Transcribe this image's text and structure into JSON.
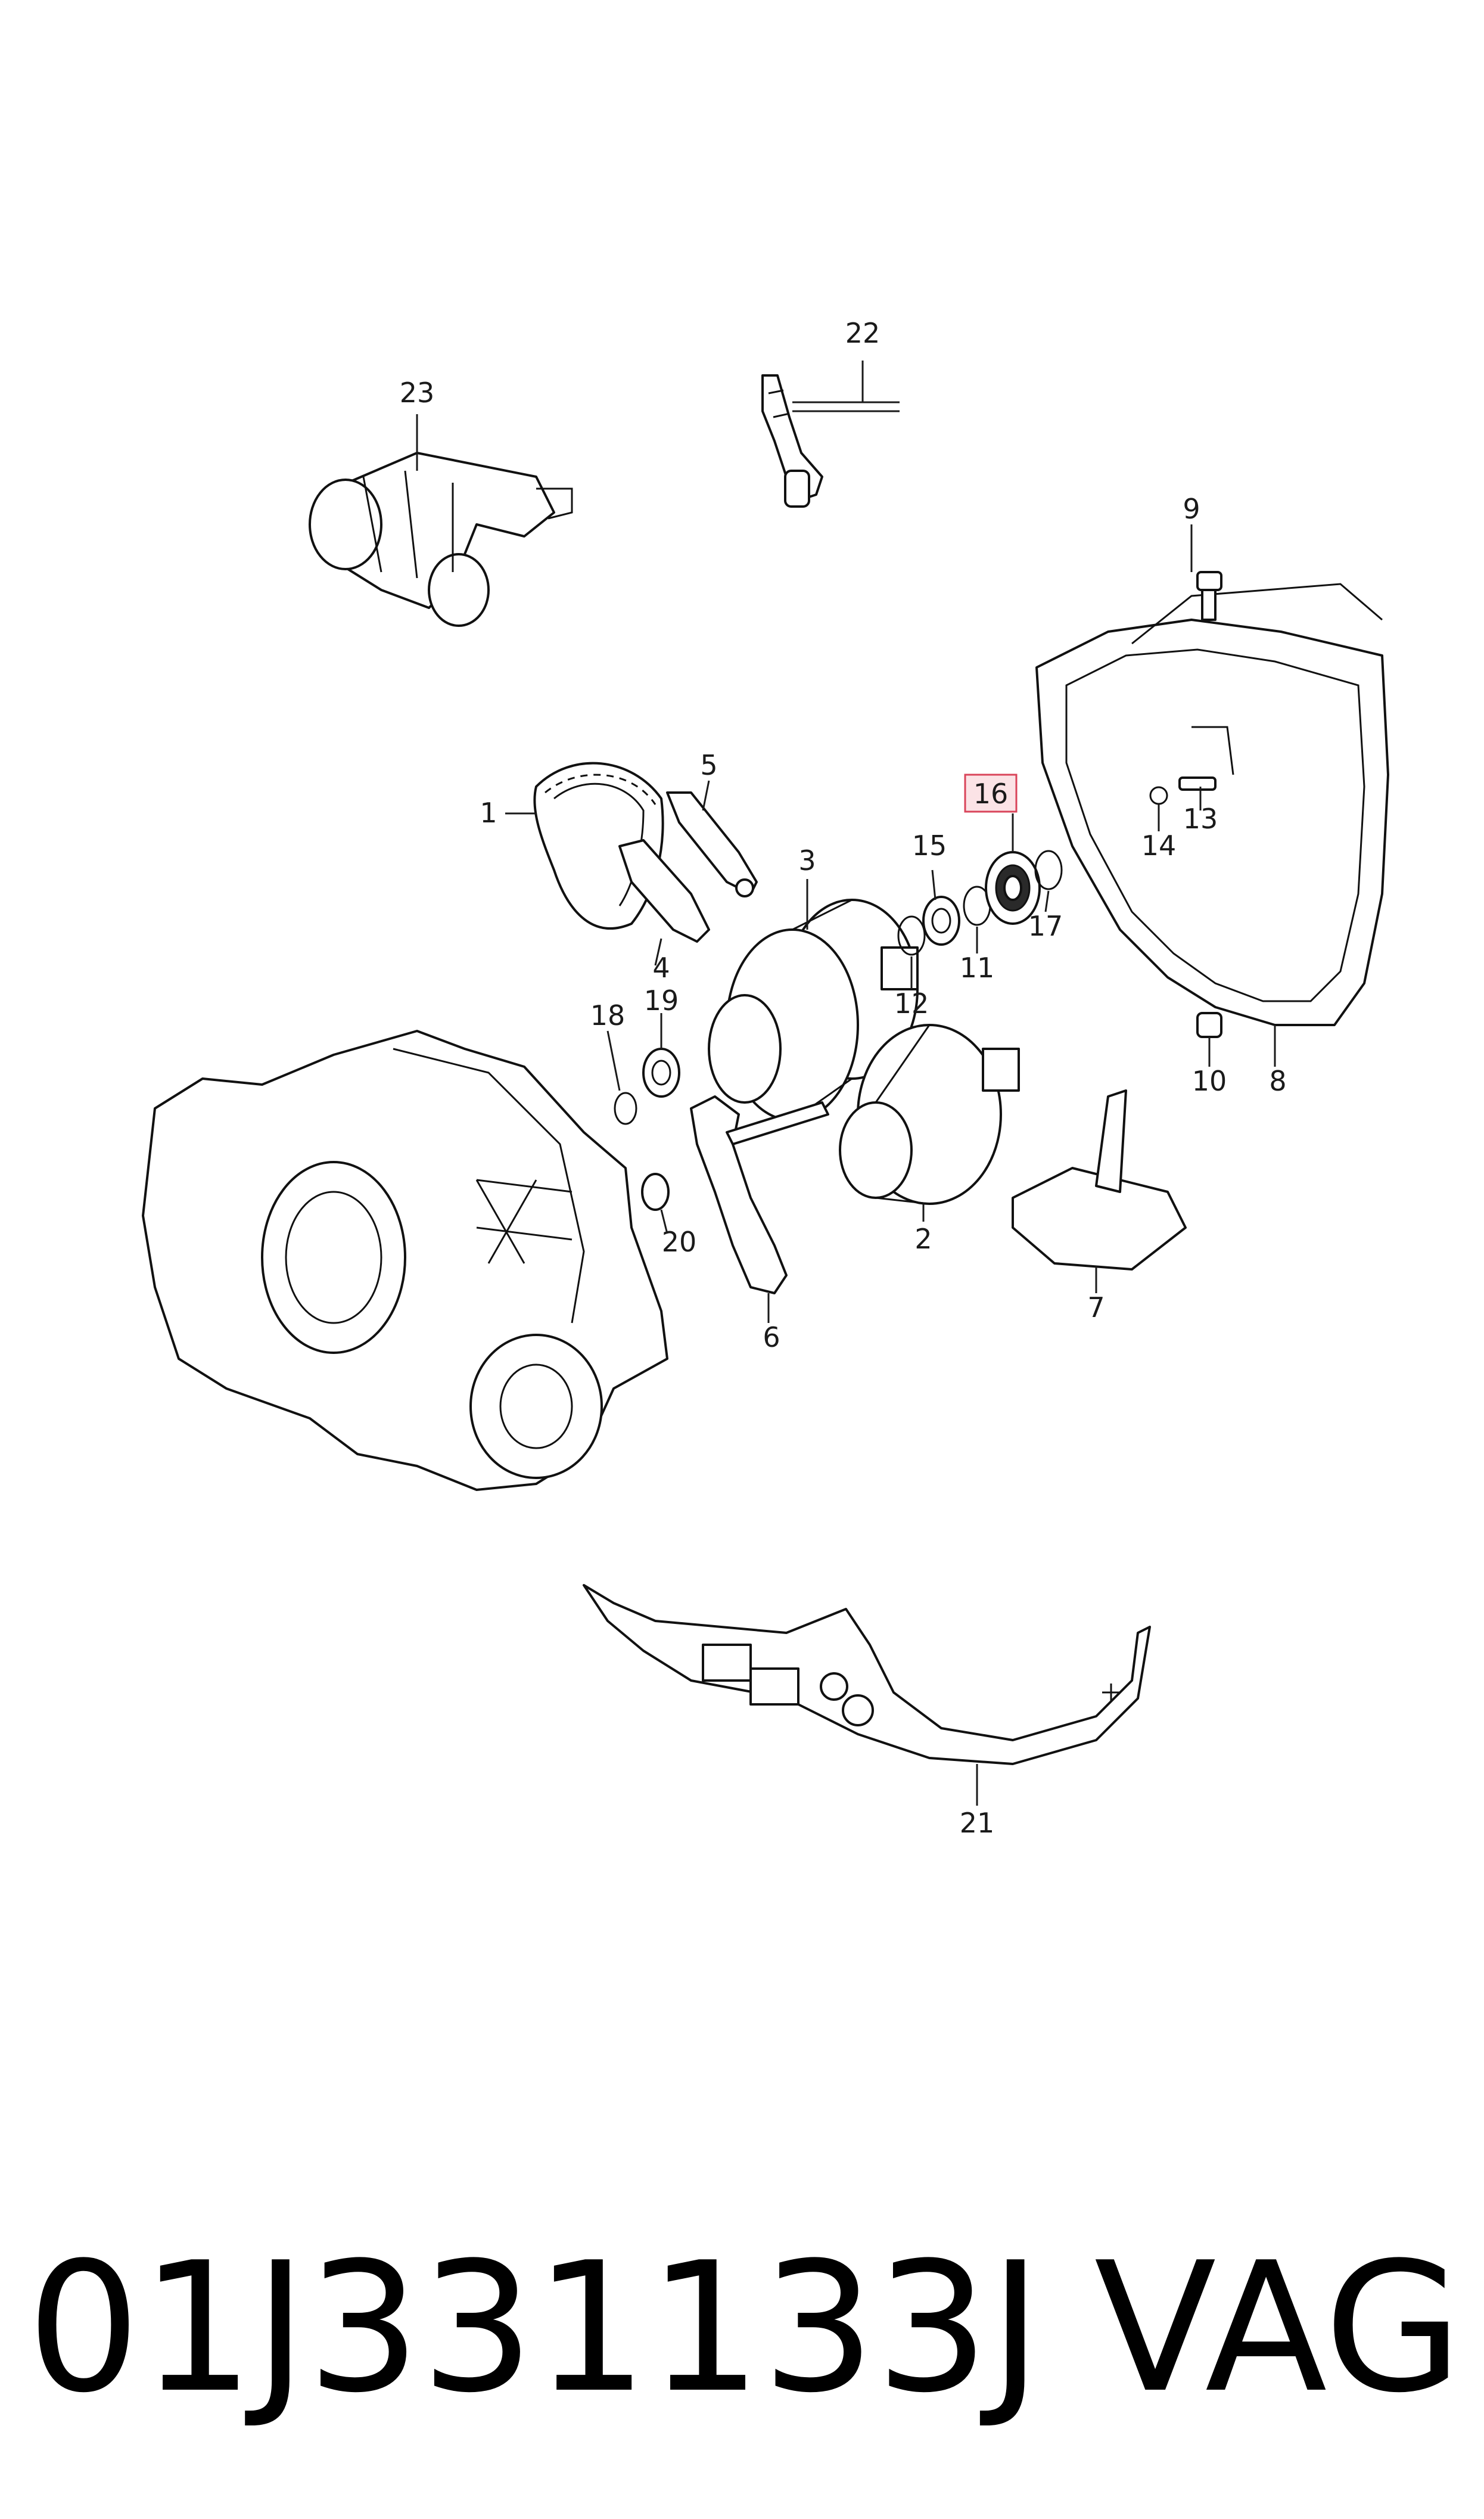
{
  "callouts": [
    {
      "id": "1",
      "text": "1"
    },
    {
      "id": "2",
      "text": "2"
    },
    {
      "id": "3",
      "text": "3"
    },
    {
      "id": "4",
      "text": "4"
    },
    {
      "id": "5",
      "text": "5"
    },
    {
      "id": "6",
      "text": "6"
    },
    {
      "id": "7",
      "text": "7"
    },
    {
      "id": "8",
      "text": "8"
    },
    {
      "id": "9",
      "text": "9"
    },
    {
      "id": "10",
      "text": "10"
    },
    {
      "id": "11",
      "text": "11"
    },
    {
      "id": "12",
      "text": "12"
    },
    {
      "id": "13",
      "text": "13"
    },
    {
      "id": "14",
      "text": "14"
    },
    {
      "id": "15",
      "text": "15"
    },
    {
      "id": "16",
      "text": "16"
    },
    {
      "id": "17",
      "text": "17"
    },
    {
      "id": "18",
      "text": "18"
    },
    {
      "id": "19",
      "text": "19"
    },
    {
      "id": "20",
      "text": "20"
    },
    {
      "id": "21",
      "text": "21"
    },
    {
      "id": "22",
      "text": "22"
    },
    {
      "id": "23",
      "text": "23"
    }
  ],
  "highlighted_callout": "16",
  "highlight_color": "#d9445a",
  "highlight_fill": "#fbe3e6",
  "footer": {
    "part_number": "01J331133J",
    "brand": "VAG"
  }
}
